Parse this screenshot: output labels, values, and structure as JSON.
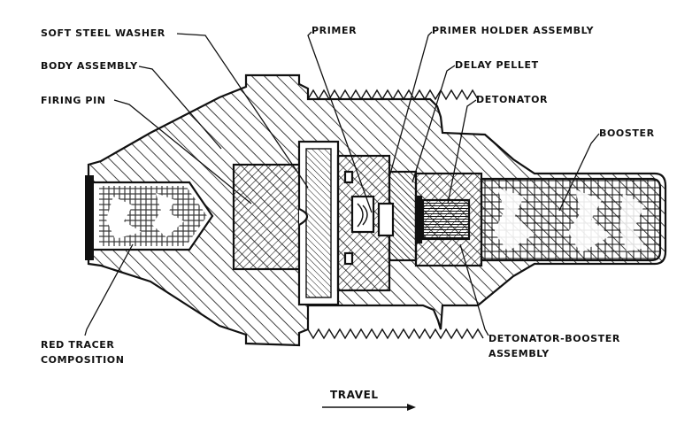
{
  "labels": {
    "soft_steel_washer": "SOFT STEEL WASHER",
    "body_assembly": "BODY ASSEMBLY",
    "firing_pin": "FIRING PIN",
    "primer": "PRIMER",
    "primer_holder_assembly": "PRIMER HOLDER ASSEMBLY",
    "delay_pellet": "DELAY PELLET",
    "detonator": "DETONATOR",
    "booster": "BOOSTER",
    "red_tracer_line1": "RED TRACER",
    "red_tracer_line2": "COMPOSITION",
    "detonator_booster_line1": "DETONATOR-BOOSTER",
    "detonator_booster_line2": "ASSEMBLY",
    "travel": "TRAVEL"
  },
  "colors": {
    "ink": "#111111",
    "paper": "#ffffff"
  }
}
